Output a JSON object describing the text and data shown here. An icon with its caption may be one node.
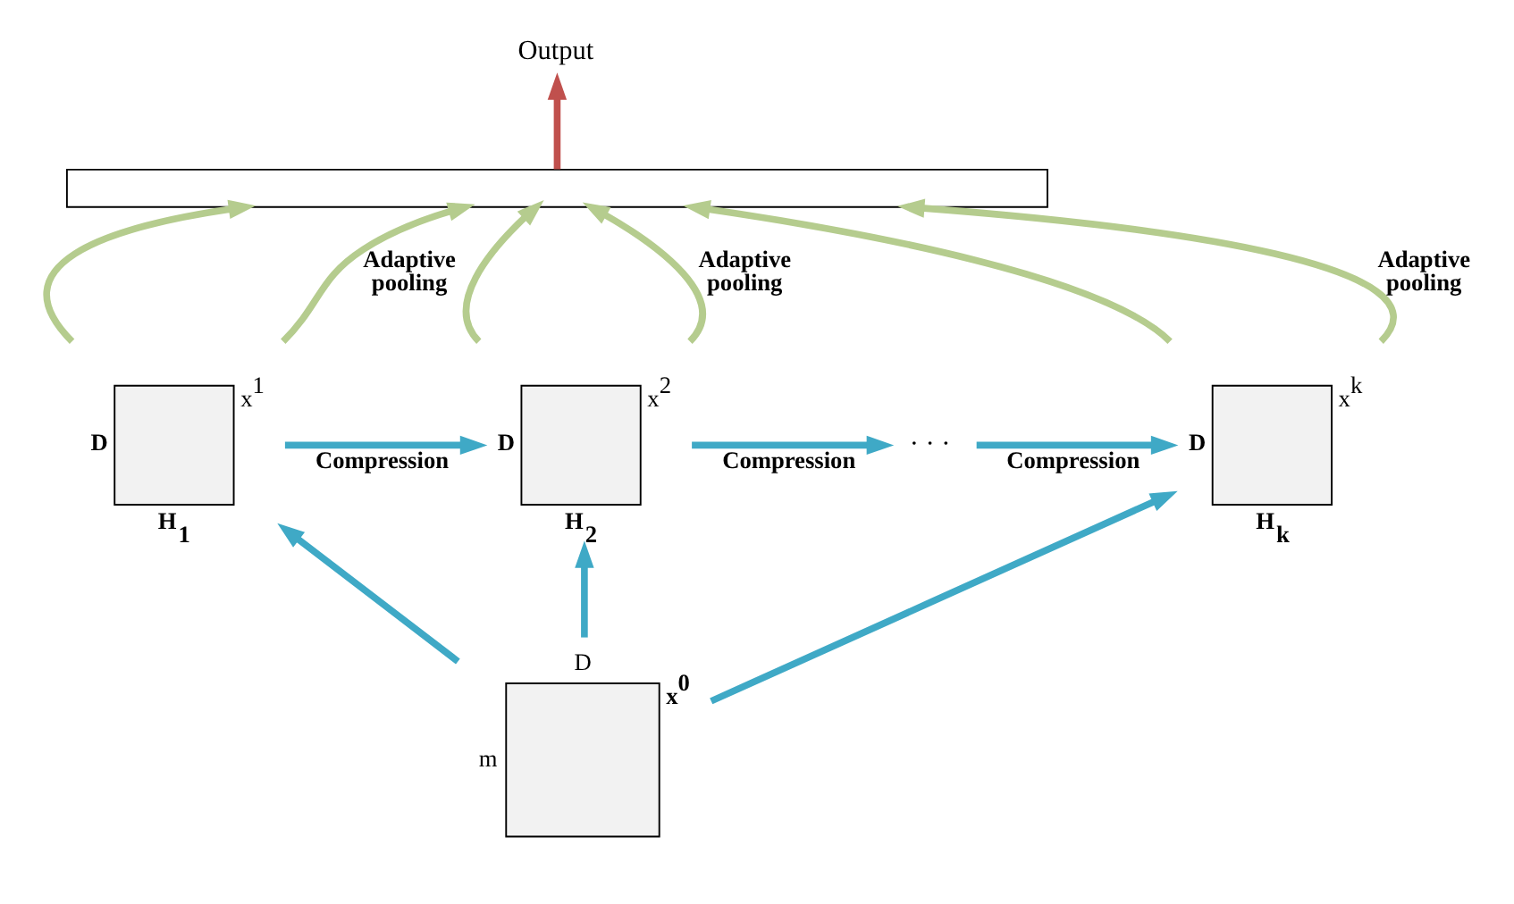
{
  "diagram": {
    "nodes": [
      {
        "text": [
          "Output"
        ]
      },
      {
        "text": [],
        "shape": "bar"
      },
      {
        "text": [
          "x$^{1}$"
        ],
        "beside": [
          "D",
          "H$_{1}$"
        ]
      },
      {
        "text": [
          "x$^{2}$"
        ],
        "beside": [
          "D",
          "H$_{2}$"
        ]
      },
      {
        "text": [
          "· · ·"
        ]
      },
      {
        "text": [
          "x$^{k}$"
        ],
        "beside": [
          "D",
          "H$_{k}$"
        ]
      },
      {
        "text": [
          "x$^{0}$"
        ],
        "beside": [
          "D",
          "m"
        ]
      }
    ],
    "edges": [
      {
        "from": 6,
        "to": 2,
        "arrow": "to",
        "color": "#3fa9c6"
      },
      {
        "from": 6,
        "to": 3,
        "arrow": "to",
        "color": "#3fa9c6"
      },
      {
        "from": 6,
        "to": 5,
        "arrow": "to",
        "color": "#3fa9c6"
      },
      {
        "from": 2,
        "to": 3,
        "arrow": "to",
        "label": "Compression",
        "color": "#3fa9c6"
      },
      {
        "from": 3,
        "to": 4,
        "arrow": "to",
        "label": "Compression",
        "color": "#3fa9c6"
      },
      {
        "from": 4,
        "to": 5,
        "arrow": "to",
        "label": "Compression",
        "color": "#3fa9c6"
      },
      {
        "from": 2,
        "to": 1,
        "arrow": "to",
        "color": "#b5cc8e"
      },
      {
        "from": 2,
        "to": 1,
        "arrow": "to",
        "label": "Adaptive pooling",
        "color": "#b5cc8e"
      },
      {
        "from": 3,
        "to": 1,
        "arrow": "to",
        "color": "#b5cc8e"
      },
      {
        "from": 3,
        "to": 1,
        "arrow": "to",
        "label": "Adaptive pooling",
        "color": "#b5cc8e"
      },
      {
        "from": 5,
        "to": 1,
        "arrow": "to",
        "color": "#b5cc8e"
      },
      {
        "from": 5,
        "to": 1,
        "arrow": "to",
        "label": "Adaptive pooling",
        "color": "#b5cc8e"
      },
      {
        "from": 1,
        "to": 0,
        "arrow": "to",
        "color": "#c0504d"
      }
    ]
  }
}
